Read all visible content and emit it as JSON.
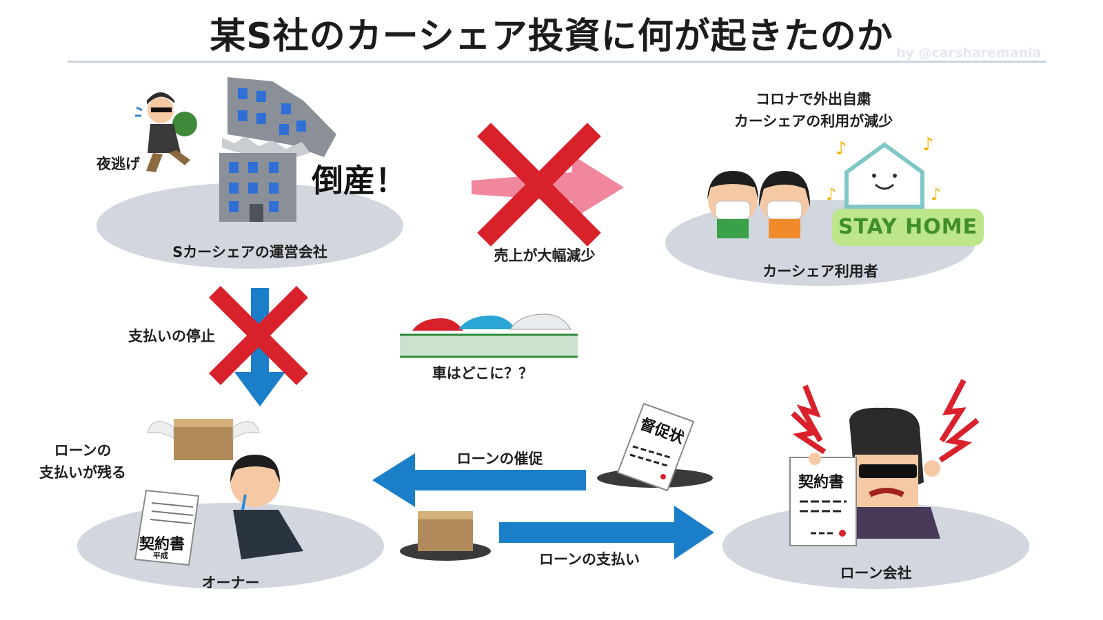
{
  "title": "某S社のカーシェア投資に何が起きたのか",
  "credit": "by @carsharemania",
  "operator": {
    "label": "Sカーシェアの運営会社",
    "flee_label": "夜逃げ",
    "bankrupt_label": "倒産！"
  },
  "users": {
    "label": "カーシェア利用者",
    "caption_line1": "コロナで外出自粛",
    "caption_line2": "カーシェアの利用が減少",
    "stay_home": "STAY HOME"
  },
  "revenue_label": "売上が大幅減少",
  "payment_stop_label": "支払いの停止",
  "cars_label": "車はどこに？？",
  "owner": {
    "label": "オーナー",
    "loan_remain_line1": "ローンの",
    "loan_remain_line2": "支払いが残る",
    "contract_label": "契約書",
    "contract_sub": "平成"
  },
  "loan_company": {
    "label": "ローン会社",
    "contract_label": "契約書"
  },
  "demand_notice": "督促状",
  "loan_demand_label": "ローンの催促",
  "loan_payment_label": "ローンの支払い",
  "colors": {
    "ellipse": "#d2d6df",
    "cross_red": "#d9212c",
    "arrow_blue": "#1a7fc8",
    "arrow_pink": "#f07a92",
    "stay_home_bg": "#bde58a",
    "stay_home_text": "#3f8f2a"
  }
}
